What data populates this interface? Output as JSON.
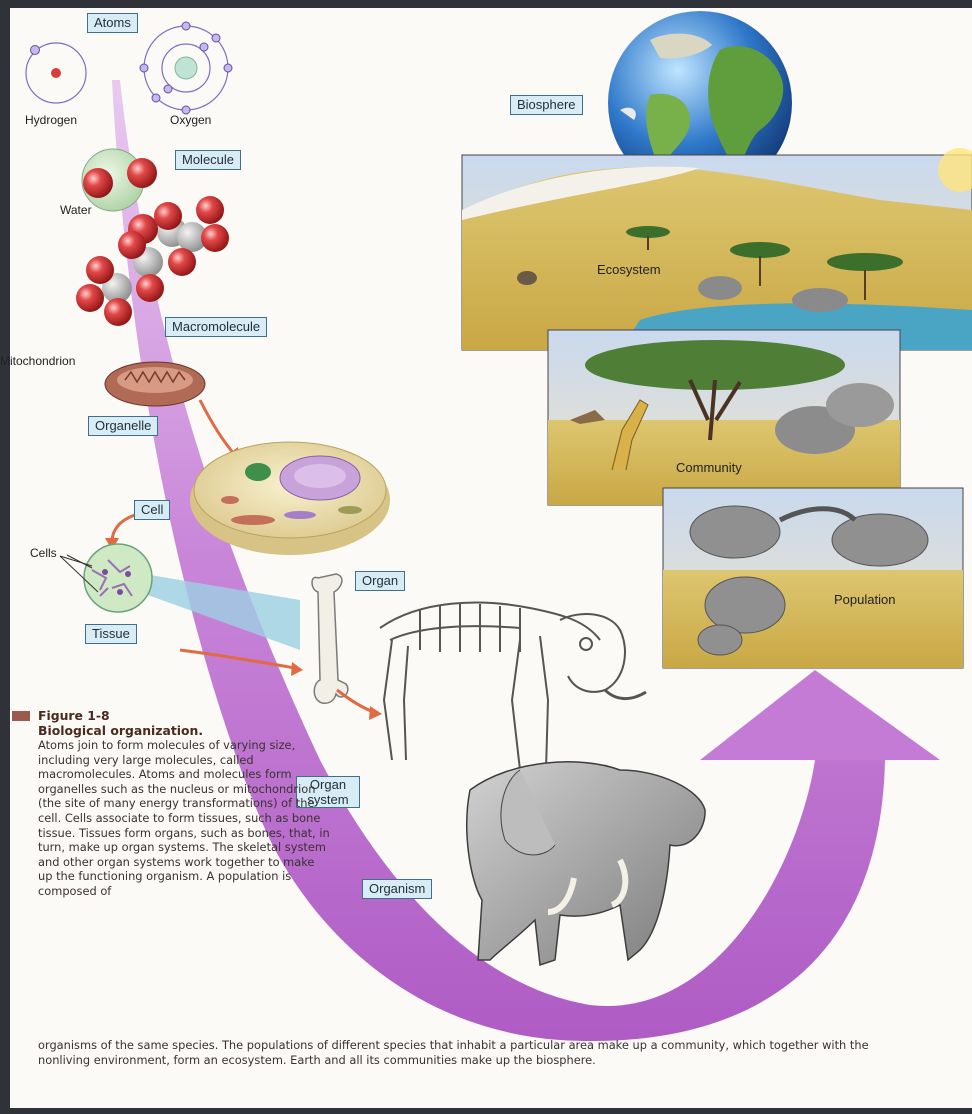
{
  "figure": {
    "number": "Figure 1-8",
    "title": "Biological organization.",
    "caption_body": "Atoms join to form molecules of varying size, including very large molecules, called macromolecules. Atoms and molecules form organelles such as the nucleus or mitochondrion (the site of many energy transformations) of the cell. Cells associate to form tissues, such as bone tissue. Tissues form organs, such as bones, that, in turn, make up organ systems. The skeletal system and other organ systems work together to make up the functioning organism. A population is composed of",
    "caption_tail": "organisms of the same species. The populations of different species that inhabit a particular area make up a community, which together with the nonliving environment, form an ecosystem. Earth and all its communities make up the biosphere."
  },
  "levels": {
    "atoms": "Atoms",
    "molecule": "Molecule",
    "macromolecule": "Macromolecule",
    "organelle": "Organelle",
    "cell": "Cell",
    "tissue": "Tissue",
    "organ": "Organ",
    "organ_system": "Organ system",
    "organism": "Organism",
    "population": "Population",
    "community": "Community",
    "ecosystem": "Ecosystem",
    "biosphere": "Biosphere"
  },
  "plain_labels": {
    "hydrogen": "Hydrogen",
    "oxygen": "Oxygen",
    "water": "Water",
    "mitochondrion": "Mitochondrion",
    "cells": "Cells"
  },
  "colors": {
    "arrow_purple": "#b463c8",
    "label_box": "#d8ecf6",
    "caption_mark": "#9c5a4c",
    "page_background": "#fbfaf6"
  },
  "icons": [
    "hydrogen-atom-icon",
    "oxygen-atom-icon",
    "water-molecule-icon",
    "macromolecule-icon",
    "mitochondrion-icon",
    "cell-icon",
    "tissue-icon",
    "bone-icon",
    "skeleton-icon",
    "elephant-icon",
    "earth-globe-icon",
    "elephant-herd-icon",
    "savanna-icon"
  ]
}
